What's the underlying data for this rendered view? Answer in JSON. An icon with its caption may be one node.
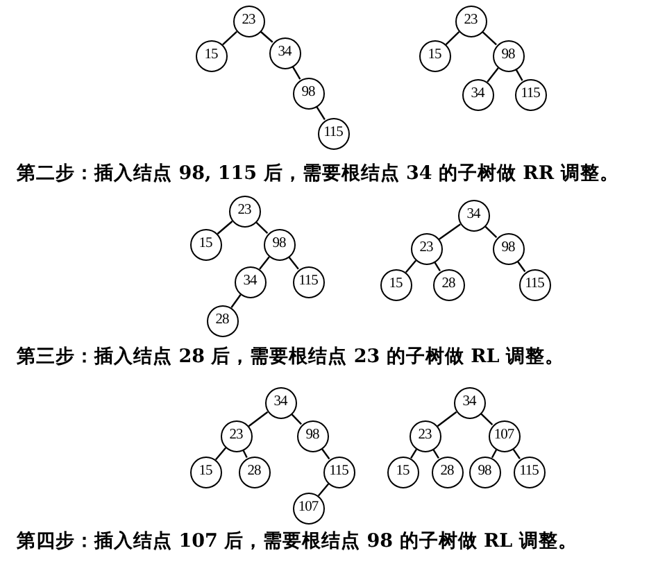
{
  "diagram": {
    "nodes": [
      {
        "text": [
          "23"
        ]
      },
      {
        "text": [
          "15"
        ]
      },
      {
        "text": [
          "34"
        ]
      },
      {
        "text": [
          "98"
        ]
      },
      {
        "text": [
          "115"
        ]
      },
      {
        "text": [
          "23"
        ]
      },
      {
        "text": [
          "15"
        ]
      },
      {
        "text": [
          "98"
        ]
      },
      {
        "text": [
          "34"
        ]
      },
      {
        "text": [
          "115"
        ]
      },
      {
        "text": [
          "23"
        ]
      },
      {
        "text": [
          "15"
        ]
      },
      {
        "text": [
          "98"
        ]
      },
      {
        "text": [
          "34"
        ]
      },
      {
        "text": [
          "115"
        ]
      },
      {
        "text": [
          "28"
        ]
      },
      {
        "text": [
          "34"
        ]
      },
      {
        "text": [
          "23"
        ]
      },
      {
        "text": [
          "98"
        ]
      },
      {
        "text": [
          "15"
        ]
      },
      {
        "text": [
          "28"
        ]
      },
      {
        "text": [
          "115"
        ]
      },
      {
        "text": [
          "34"
        ]
      },
      {
        "text": [
          "23"
        ]
      },
      {
        "text": [
          "98"
        ]
      },
      {
        "text": [
          "15"
        ]
      },
      {
        "text": [
          "28"
        ]
      },
      {
        "text": [
          "115"
        ]
      },
      {
        "text": [
          "107"
        ]
      },
      {
        "text": [
          "34"
        ]
      },
      {
        "text": [
          "23"
        ]
      },
      {
        "text": [
          "107"
        ]
      },
      {
        "text": [
          "15"
        ]
      },
      {
        "text": [
          "28"
        ]
      },
      {
        "text": [
          "98"
        ]
      },
      {
        "text": [
          "115"
        ]
      }
    ],
    "edges": [
      {
        "from": 0,
        "to": 1,
        "arrow": "none"
      },
      {
        "from": 0,
        "to": 2,
        "arrow": "none"
      },
      {
        "from": 2,
        "to": 3,
        "arrow": "none"
      },
      {
        "from": 3,
        "to": 4,
        "arrow": "none"
      },
      {
        "from": 5,
        "to": 6,
        "arrow": "none"
      },
      {
        "from": 5,
        "to": 7,
        "arrow": "none"
      },
      {
        "from": 7,
        "to": 8,
        "arrow": "none"
      },
      {
        "from": 7,
        "to": 9,
        "arrow": "none"
      },
      {
        "from": 10,
        "to": 11,
        "arrow": "none"
      },
      {
        "from": 10,
        "to": 12,
        "arrow": "none"
      },
      {
        "from": 12,
        "to": 13,
        "arrow": "none"
      },
      {
        "from": 12,
        "to": 14,
        "arrow": "none"
      },
      {
        "from": 13,
        "to": 15,
        "arrow": "none"
      },
      {
        "from": 16,
        "to": 17,
        "arrow": "none"
      },
      {
        "from": 16,
        "to": 18,
        "arrow": "none"
      },
      {
        "from": 17,
        "to": 19,
        "arrow": "none"
      },
      {
        "from": 17,
        "to": 20,
        "arrow": "none"
      },
      {
        "from": 18,
        "to": 21,
        "arrow": "none"
      },
      {
        "from": 22,
        "to": 23,
        "arrow": "none"
      },
      {
        "from": 22,
        "to": 24,
        "arrow": "none"
      },
      {
        "from": 23,
        "to": 25,
        "arrow": "none"
      },
      {
        "from": 23,
        "to": 26,
        "arrow": "none"
      },
      {
        "from": 24,
        "to": 27,
        "arrow": "none"
      },
      {
        "from": 27,
        "to": 28,
        "arrow": "none"
      },
      {
        "from": 29,
        "to": 30,
        "arrow": "none"
      },
      {
        "from": 29,
        "to": 31,
        "arrow": "none"
      },
      {
        "from": 30,
        "to": 32,
        "arrow": "none"
      },
      {
        "from": 30,
        "to": 33,
        "arrow": "none"
      },
      {
        "from": 31,
        "to": 34,
        "arrow": "none"
      },
      {
        "from": 31,
        "to": 35,
        "arrow": "none"
      }
    ],
    "labels": [
      "第二步：插入结点 98, 115 后，需要根结点 34 的子树做 RR 调整。",
      "第三步：插入结点 28 后，需要根结点 23 的子树做 RL 调整。",
      "第四步：插入结点 107 后，需要根结点 98 的子树做 RL 调整。"
    ]
  }
}
